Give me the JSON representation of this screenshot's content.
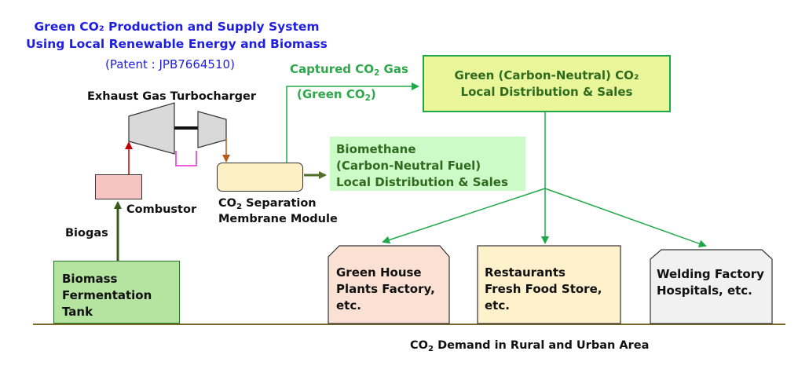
{
  "title": {
    "line1": "Green CO₂ Production and Supply System",
    "line2": "Using Local Renewable Energy and Biomass",
    "patent": "(Patent : JPB7664510)"
  },
  "labels": {
    "turbocharger": "Exhaust Gas Turbocharger",
    "combustor": "Combustor",
    "biogas": "Biogas",
    "captured_gas_prefix": "Captured CO",
    "captured_gas_sub": "2",
    "captured_gas_suffix": " Gas",
    "green_co2_prefix": "(Green CO",
    "green_co2_sub": "2",
    "green_co2_suffix": ")",
    "membrane_line1_prefix": "CO",
    "membrane_line1_sub": "2",
    "membrane_line1_suffix": " Separation",
    "membrane_line2": "Membrane Module",
    "demand_prefix": "CO",
    "demand_sub": "2",
    "demand_suffix": " Demand in Rural and Urban Area"
  },
  "boxes": {
    "green_co2_sales": "Green (Carbon-Neutral) CO₂\nLocal Distribution & Sales",
    "biomethane": "Biomethane\n(Carbon-Neutral Fuel)\nLocal Distribution & Sales",
    "biomass_tank": "Biomass\nFermentation\nTank"
  },
  "destinations": [
    {
      "text": "Green House\nPlants Factory,\netc."
    },
    {
      "text": "Restaurants\nFresh Food Store,\netc."
    },
    {
      "text": "Welding Factory\nHospitals, etc."
    }
  ],
  "colors": {
    "title_blue": "#1f1fe0",
    "green_text": "#2ea84a",
    "dark_green_text": "#2f6b1f",
    "green_box_fill": "#e9f79a",
    "green_box_border": "#1fa84a",
    "biomethane_fill": "#ccfbc8",
    "tank_fill": "#b5e3a0",
    "tank_border": "#2a6f2a",
    "combustor_fill": "#f7c4c4",
    "membrane_fill": "#fdf0c4",
    "greenhouse_fill": "#fbe1d3",
    "restaurant_fill": "#fff1cc",
    "welding_fill": "#f1f1f1",
    "turbine_fill": "#d9d9d9",
    "arrow_red": "#c00000",
    "arrow_magenta": "#e62ad0",
    "arrow_brown": "#b45b1a",
    "arrow_dark_green": "#3a5a1a",
    "arrow_green": "#1fa84a",
    "ground_line": "#7a6a2a"
  }
}
